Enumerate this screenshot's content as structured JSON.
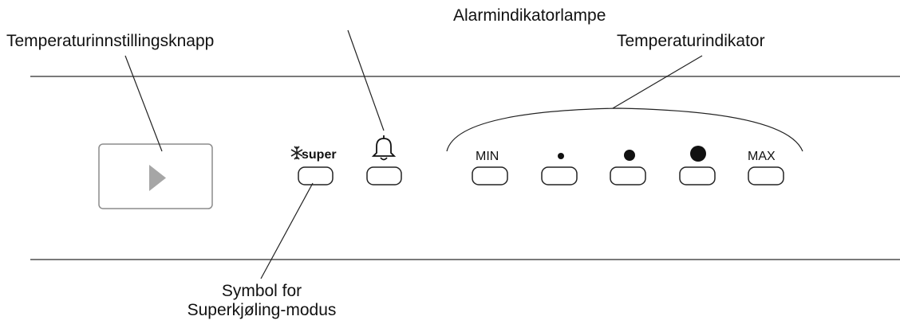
{
  "labels": {
    "setting_button": "Temperaturinnstillingsknapp",
    "alarm_lamp": "Alarmindikatorlampe",
    "temperature_indicator": "Temperaturindikator",
    "super_mode_line1": "Symbol for",
    "super_mode_line2": "Superkjøling-modus"
  },
  "panel": {
    "super_text": "super",
    "min_text": "MIN",
    "max_text": "MAX"
  },
  "icons": {
    "snowflake": "snowflake-icon",
    "bell": "bell-icon",
    "play": "play-icon"
  },
  "colors": {
    "line": "#7a7a7a",
    "stroke": "#222222",
    "play": "#a6a6a6",
    "button_border": "#8c8c8c"
  }
}
